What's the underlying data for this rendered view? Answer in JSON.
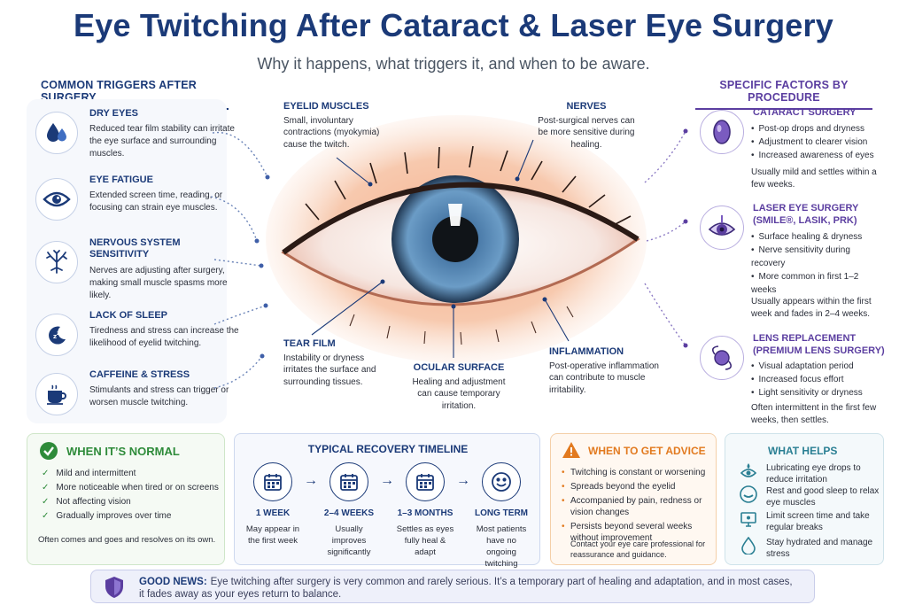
{
  "header": {
    "title": "Eye Twitching After Cataract & Laser Eye Surgery",
    "subtitle": "Why it happens, what triggers it, and when to be aware."
  },
  "triggers": {
    "heading": "COMMON TRIGGERS AFTER SURGERY",
    "items": [
      {
        "title": "DRY EYES",
        "text": "Reduced tear film stability can irritate the eye surface and surrounding muscles.",
        "icon": "droplets-icon"
      },
      {
        "title": "EYE FATIGUE",
        "text": "Extended screen time, reading, or focusing can strain eye muscles.",
        "icon": "eye-icon"
      },
      {
        "title": "NERVOUS SYSTEM SENSITIVITY",
        "text": "Nerves are adjusting after surgery, making small muscle spasms more likely.",
        "icon": "neuron-icon"
      },
      {
        "title": "LACK OF SLEEP",
        "text": "Tiredness and stress can increase the likelihood of eyelid twitching.",
        "icon": "moon-sleep-icon"
      },
      {
        "title": "CAFFEINE & STRESS",
        "text": "Stimulants and stress can trigger or worsen muscle twitching.",
        "icon": "coffee-cup-icon"
      }
    ]
  },
  "eye_annotations": {
    "eyelid_muscles": {
      "title": "EYELID MUSCLES",
      "text": "Small, involuntary contractions (myokymia) cause the twitch."
    },
    "nerves": {
      "title": "NERVES",
      "text": "Post-surgical nerves can be more sensitive during healing."
    },
    "tear_film": {
      "title": "TEAR FILM",
      "text": "Instability or dryness irritates the surface and surrounding tissues."
    },
    "ocular_surface": {
      "title": "OCULAR SURFACE",
      "text": "Healing and adjustment can cause temporary irritation."
    },
    "inflammation": {
      "title": "INFLAMMATION",
      "text": "Post-operative inflammation can contribute to muscle irritability."
    }
  },
  "procedures": {
    "heading": "SPECIFIC FACTORS BY PROCEDURE",
    "items": [
      {
        "title": "CATARACT SURGERY",
        "bullets": [
          "Post-op drops and dryness",
          "Adjustment to clearer vision",
          "Increased awareness of eyes"
        ],
        "note": "Usually mild and settles within a few weeks.",
        "icon": "lens-eye-icon"
      },
      {
        "title": "LASER EYE SURGERY (SMILE®, LASIK, PRK)",
        "bullets": [
          "Surface healing & dryness",
          "Nerve sensitivity during recovery",
          "More common in first 1–2 weeks"
        ],
        "note": "Usually appears within the first week and fades in 2–4 weeks.",
        "icon": "laser-eye-icon"
      },
      {
        "title": "LENS REPLACEMENT (PREMIUM LENS SURGERY)",
        "bullets": [
          "Visual adaptation period",
          "Increased focus effort",
          "Light sensitivity or dryness"
        ],
        "note": "Often intermittent in the first few weeks, then settles.",
        "icon": "lens-implant-icon"
      }
    ]
  },
  "normal": {
    "title": "WHEN IT’S NORMAL",
    "items": [
      "Mild and intermittent",
      "More noticeable when tired or on screens",
      "Not affecting vision",
      "Gradually improves over time"
    ],
    "note": "Often comes and goes and resolves on its own."
  },
  "timeline": {
    "title": "TYPICAL RECOVERY TIMELINE",
    "steps": [
      {
        "label": "1 WEEK",
        "text": "May appear in the first week",
        "icon": "calendar-icon"
      },
      {
        "label": "2–4 WEEKS",
        "text": "Usually improves significantly",
        "icon": "calendar-icon"
      },
      {
        "label": "1–3 MONTHS",
        "text": "Settles as eyes fully heal & adapt",
        "icon": "calendar-icon"
      },
      {
        "label": "LONG TERM",
        "text": "Most patients have no ongoing twitching",
        "icon": "smiley-icon"
      }
    ]
  },
  "advice": {
    "title": "WHEN TO GET ADVICE",
    "items": [
      "Twitching is constant or worsening",
      "Spreads beyond the eyelid",
      "Accompanied by pain, redness or vision changes",
      "Persists beyond several weeks without improvement"
    ],
    "note": "Contact your eye care professional for reassurance and guidance."
  },
  "helps": {
    "title": "WHAT HELPS",
    "items": [
      {
        "text": "Lubricating eye drops to reduce irritation",
        "icon": "eye-drops-icon"
      },
      {
        "text": "Rest and good sleep to relax eye muscles",
        "icon": "rest-eye-icon"
      },
      {
        "text": "Limit screen time and take regular breaks",
        "icon": "monitor-icon"
      },
      {
        "text": "Stay hydrated and manage stress",
        "icon": "water-drop-icon"
      }
    ]
  },
  "good_news": {
    "label": "GOOD NEWS:",
    "text": "Eye twitching after surgery is very common and rarely serious. It’s a temporary part of healing and adaptation, and in most cases, it fades away as your eyes return to balance."
  },
  "colors": {
    "navy": "#1b3a78",
    "purple": "#5b3ea0",
    "green": "#2e8b3a",
    "orange": "#e27a1f",
    "teal": "#2a7f93"
  }
}
